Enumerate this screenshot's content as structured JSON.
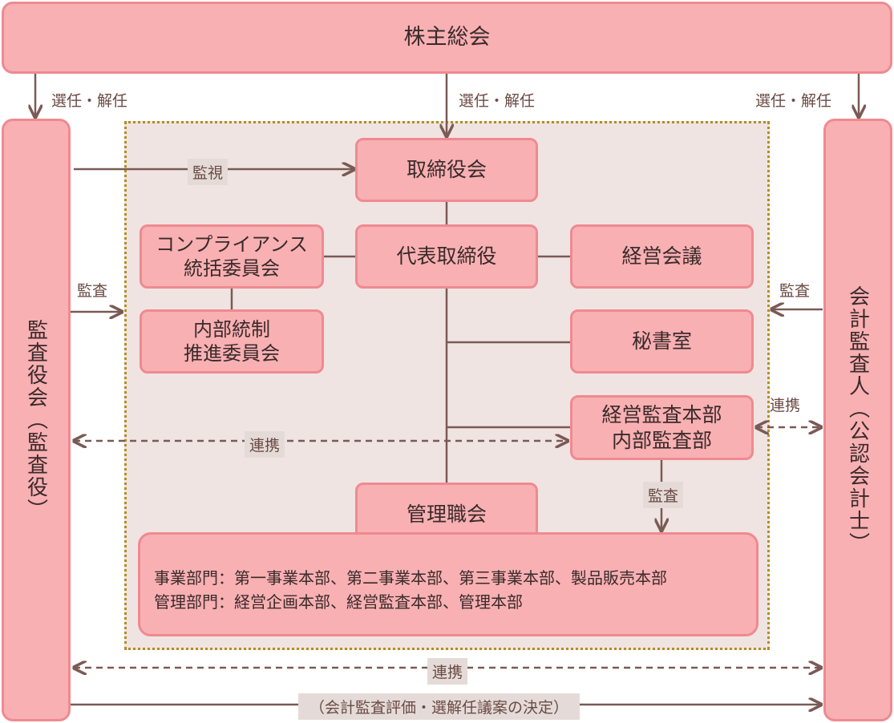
{
  "boxes": {
    "shareholders": "株主総会",
    "board": "取締役会",
    "president": "代表取締役",
    "compliance": "コンプライアンス\n統括委員会",
    "internal_control": "内部統制\n推進委員会",
    "management_meeting": "経営会議",
    "secretary": "秘書室",
    "audit_hq": "経営監査本部\n内部監査部",
    "managers_meeting": "管理職会"
  },
  "side_boxes": {
    "auditors": "監査役会（監査役）",
    "accounting_auditor": "会計監査人（公認会計士）"
  },
  "departments": {
    "line1": "事業部門：第一事業本部、第二事業本部、第三事業本部、製品販売本部",
    "line2": "管理部門：経営企画本部、経営監査本部、管理本部"
  },
  "labels": {
    "elect_left": "選任・解任",
    "elect_center": "選任・解任",
    "elect_right": "選任・解任",
    "oversight": "監視",
    "audit_left": "監査",
    "audit_right": "監査",
    "audit_internal": "監査",
    "coop_left": "連携",
    "coop_right": "連携",
    "coop_bottom": "連携",
    "evaluation": "（会計監査評価・選解任議案の決定）"
  },
  "colors": {
    "box_fill": "#f8b0b3",
    "box_border": "#ef8a90",
    "zone_fill": "#f0e4e2",
    "zone_border": "#b09020",
    "line": "#7a5a55"
  }
}
